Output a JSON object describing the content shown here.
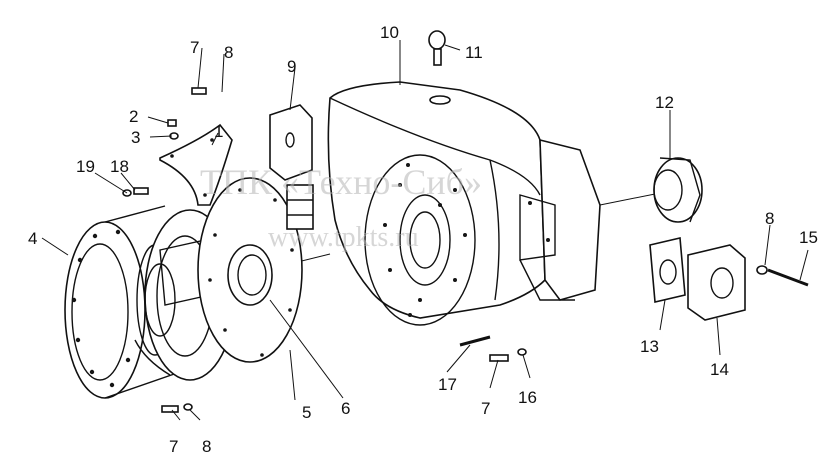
{
  "watermark": {
    "line1": "ТПК «Техно-Сиб»",
    "line2": "www.tpkts.ru"
  },
  "callouts": {
    "c1": "1",
    "c2": "2",
    "c3": "3",
    "c4": "4",
    "c5": "5",
    "c6": "6",
    "c7a": "7",
    "c7b": "7",
    "c7c": "7",
    "c8a": "8",
    "c8b": "8",
    "c8c": "8",
    "c9": "9",
    "c10": "10",
    "c11": "11",
    "c12": "12",
    "c13": "13",
    "c14": "14",
    "c15": "15",
    "c16": "16",
    "c17": "17",
    "c18": "18",
    "c19": "19"
  }
}
